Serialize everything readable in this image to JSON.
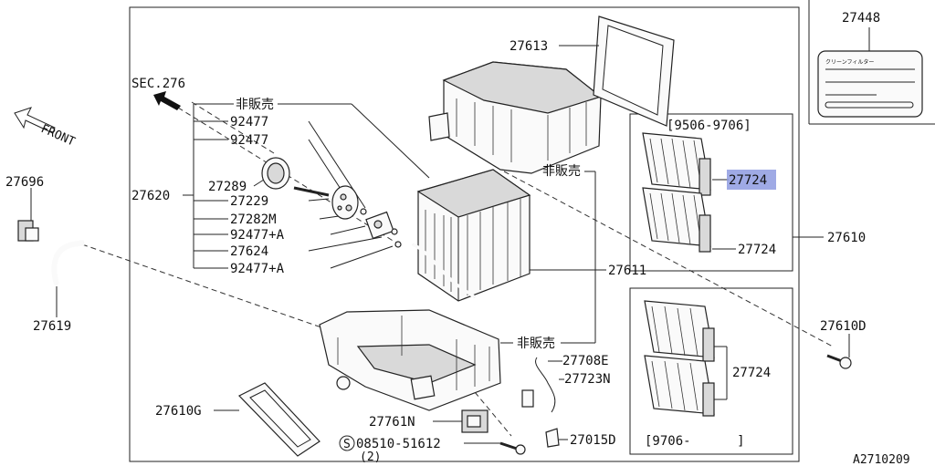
{
  "diagram": {
    "labels": {
      "sec": "SEC.276",
      "front": "FRONT",
      "p27696": "27696",
      "p27619": "27619",
      "p27620": "27620",
      "not_for_sale_1": "非販売",
      "p92477_a": "92477",
      "p92477_b": "92477",
      "p27289": "27289",
      "p27229": "27229",
      "p27282m": "27282M",
      "p92477_pa1": "92477+A",
      "p27624": "27624",
      "p92477_pa2": "92477+A",
      "p27613": "27613",
      "not_for_sale_2": "非販売",
      "p27611": "27611",
      "not_for_sale_3": "非販売",
      "p27708e": "27708E",
      "p27723n": "27723N",
      "p27761n": "27761N",
      "p27015d": "27015D",
      "p27610g": "27610G",
      "bolt_code": "08510-51612",
      "bolt_qty": "(2)",
      "bolt_symbol": "S",
      "p27448": "27448",
      "sticker_title": "クリーンフィルター",
      "range_1": "[9506-9706]",
      "p27724_hl": "27724",
      "p27724_a": "27724",
      "p27610": "27610",
      "p27610d": "27610D",
      "p27724_b": "27724",
      "range_2": "[9706-      ]",
      "diagram_code": "A2710209"
    }
  },
  "colors": {
    "line": "#222222",
    "highlight": "#8e9be0",
    "background": "#ffffff"
  }
}
